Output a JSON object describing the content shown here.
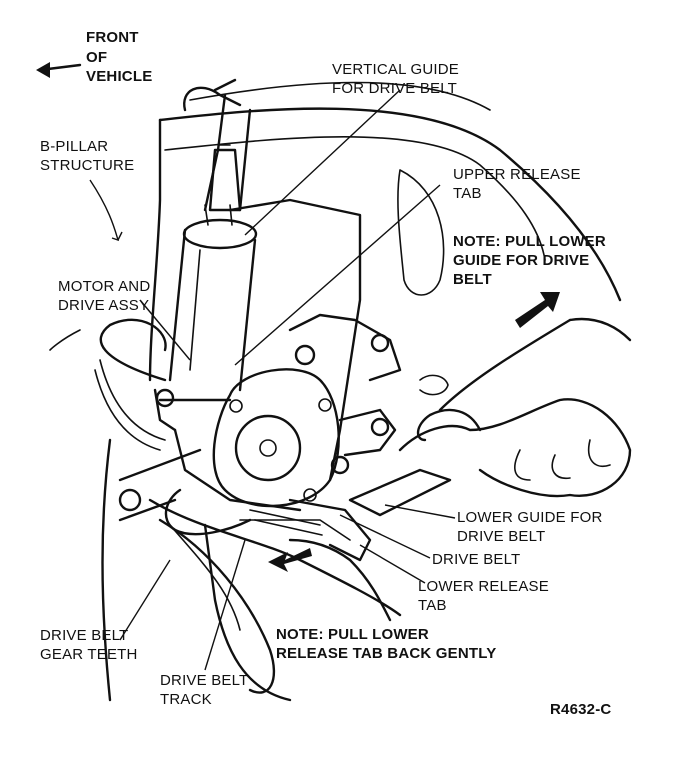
{
  "labels": {
    "front_vehicle": [
      "FRONT",
      "OF",
      "VEHICLE"
    ],
    "vertical_guide": [
      "VERTICAL GUIDE",
      "FOR DRIVE BELT"
    ],
    "b_pillar": [
      "B-PILLAR",
      "STRUCTURE"
    ],
    "upper_release": [
      "UPPER RELEASE",
      "TAB"
    ],
    "note_upper": [
      "NOTE: PULL LOWER",
      "GUIDE FOR DRIVE",
      "BELT"
    ],
    "motor_drive": [
      "MOTOR AND",
      "DRIVE ASSY"
    ],
    "lower_guide": [
      "LOWER GUIDE FOR",
      "DRIVE BELT"
    ],
    "drive_belt": "DRIVE BELT",
    "lower_release": [
      "LOWER RELEASE",
      "TAB"
    ],
    "gear_teeth": [
      "DRIVE BELT",
      "GEAR TEETH"
    ],
    "note_lower": [
      "NOTE: PULL LOWER",
      "RELEASE TAB BACK GENTLY"
    ],
    "belt_track": [
      "DRIVE BELT",
      "TRACK"
    ],
    "figure_id": "R4632-C"
  },
  "icons": [
    "arrow-left-icon",
    "pull-arrow-up-icon",
    "pull-arrow-down-icon"
  ]
}
